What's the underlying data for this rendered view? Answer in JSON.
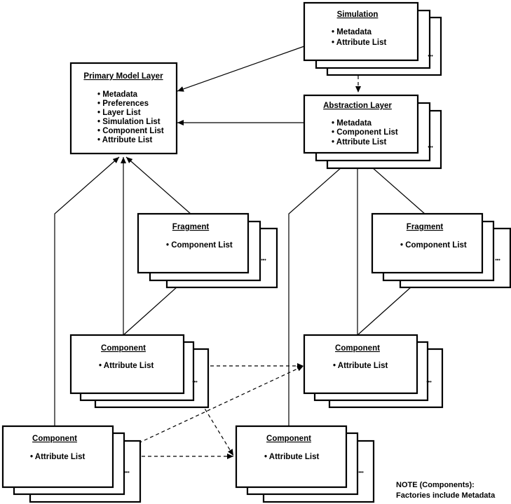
{
  "nodes": {
    "simulation": {
      "title": "Simulation",
      "items": [
        "• Metadata",
        "• Attribute List"
      ],
      "more": "•••"
    },
    "primary": {
      "title": "Primary Model Layer",
      "items": [
        "• Metadata",
        "• Preferences",
        "• Layer List",
        "• Simulation List",
        "• Component List",
        "• Attribute List"
      ]
    },
    "abstraction": {
      "title": "Abstraction Layer",
      "items": [
        "• Metadata",
        "• Component List",
        "• Attribute List"
      ],
      "more": "•••"
    },
    "fragment_left": {
      "title": "Fragment",
      "items": [
        "• Component List"
      ],
      "more": "•••"
    },
    "fragment_right": {
      "title": "Fragment",
      "items": [
        "• Component List"
      ],
      "more": "•••"
    },
    "component_left_mid": {
      "title": "Component",
      "items": [
        "• Attribute List"
      ],
      "more": "•••"
    },
    "component_right_mid": {
      "title": "Component",
      "items": [
        "• Attribute List"
      ],
      "more": "•••"
    },
    "component_left_bottom": {
      "title": "Component",
      "items": [
        "• Attribute List"
      ],
      "more": "•••"
    },
    "component_center_bottom": {
      "title": "Component",
      "items": [
        "• Attribute List"
      ],
      "more": "•••"
    }
  },
  "note": {
    "lines": [
      "NOTE (Components):",
      "Factories include Metadata"
    ]
  }
}
